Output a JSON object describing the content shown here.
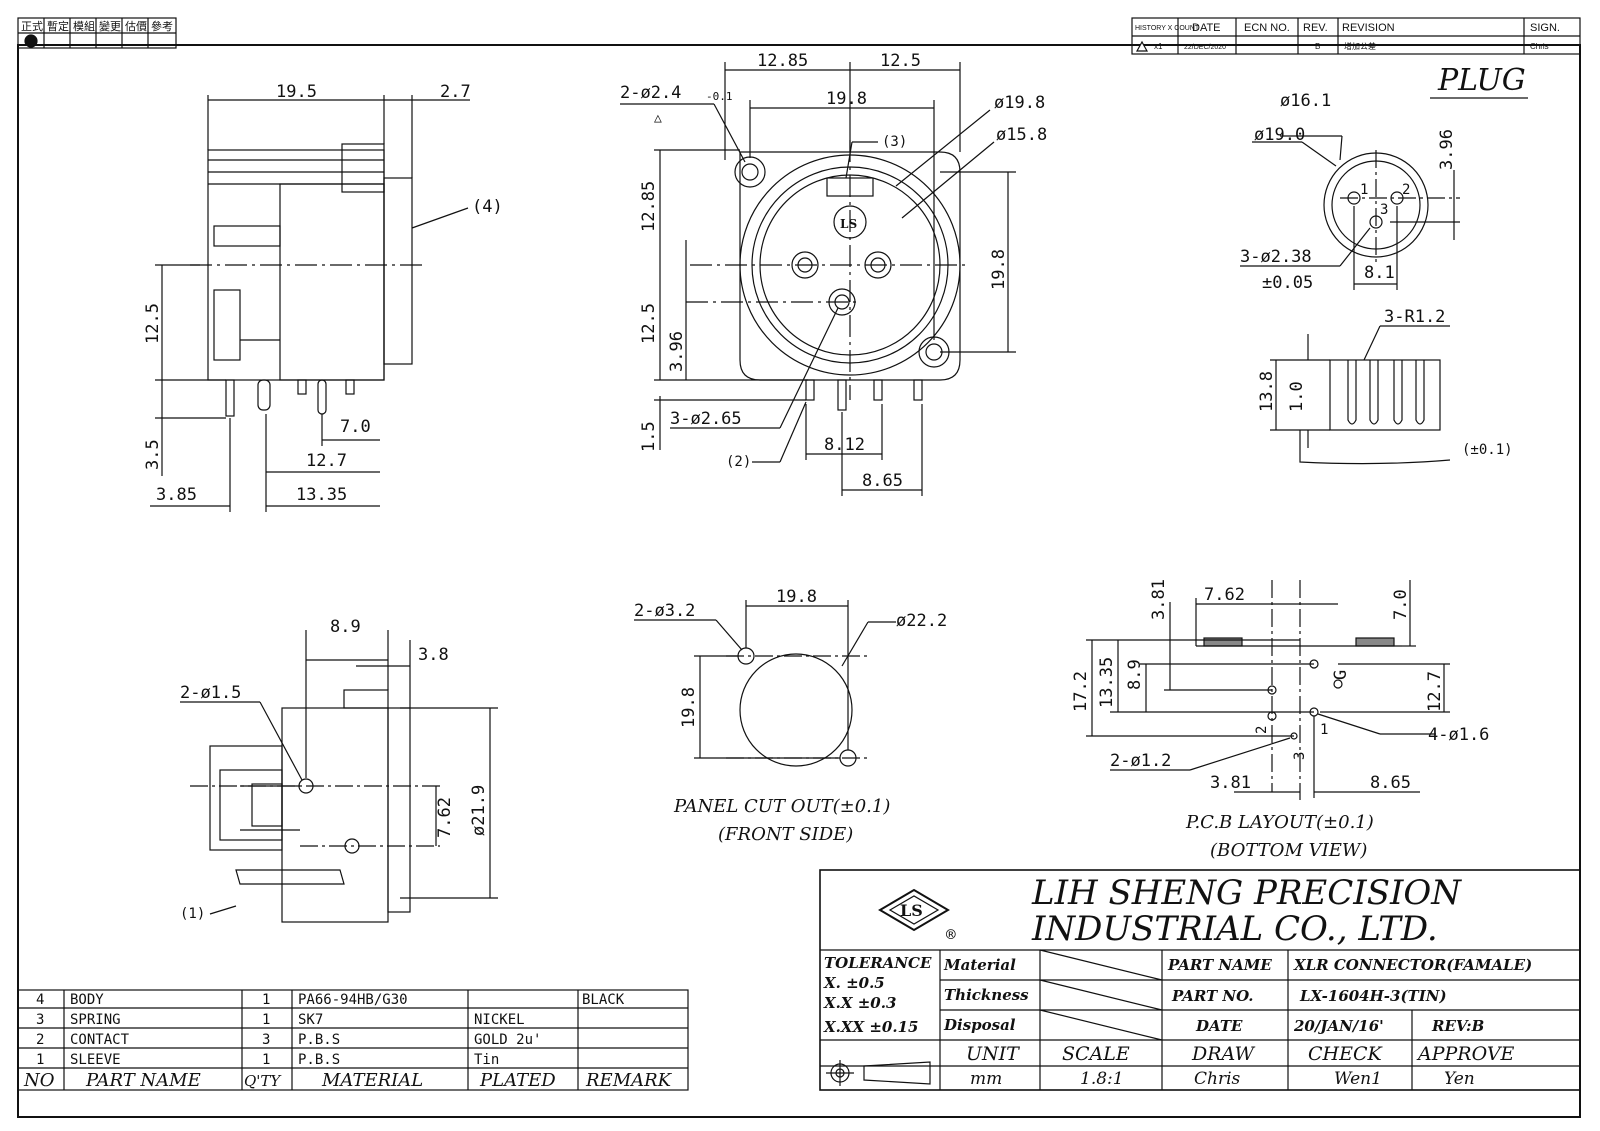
{
  "approval_stamp": {
    "cells": [
      "正式",
      "暫定",
      "模組",
      "變更",
      "估價",
      "參考"
    ]
  },
  "revision_table": {
    "headers": [
      "HISTORY X COUNT",
      "DATE",
      "ECN NO.",
      "REV.",
      "REVISION",
      "SIGN."
    ],
    "row": {
      "count": "x1",
      "date": "22/DEC/2020",
      "ecn": "",
      "rev": "B",
      "revision": "增加公差",
      "sign": "Chris"
    }
  },
  "plug_title": "PLUG",
  "side_view": {
    "d19_5": "19.5",
    "d2_7": "2.7",
    "d12_5": "12.5",
    "d3_5": "3.5",
    "d7_0": "7.0",
    "d12_7": "12.7",
    "d3_85": "3.85",
    "d13_35": "13.35",
    "callout4": "(4)"
  },
  "front_view": {
    "hole": "2-ø2.4",
    "hole_tol": "-0.1",
    "delta": "△",
    "d12_85t": "12.85",
    "d12_5t": "12.5",
    "d19_8t": "19.8",
    "phi19_8": "ø19.8",
    "phi15_8": "ø15.8",
    "callout3": "(3)",
    "d12_85l": "12.85",
    "d12_5l": "12.5",
    "d3_96": "3.96",
    "d1_5": "1.5",
    "d19_8r": "19.8",
    "pins": "3-ø2.65",
    "callout2": "(2)",
    "d8_12": "8.12",
    "d8_65": "8.65"
  },
  "plug_view": {
    "phi16_1": "ø16.1",
    "phi19_0": "ø19.0",
    "d3_96": "3.96",
    "pins": "3-ø2.38",
    "pins_tol": "±0.05",
    "d8_1": "8.1",
    "p1": "1",
    "p2": "2",
    "p3": "3"
  },
  "plug_side": {
    "radius": "3-R1.2",
    "d13_8": "13.8",
    "d1_0": "1.0",
    "tol": "(±0.1)"
  },
  "bottom_view": {
    "d8_9": "8.9",
    "d3_8": "3.8",
    "holes": "2-ø1.5",
    "d7_62": "7.62",
    "phi21_9": "ø21.9",
    "callout1": "(1)"
  },
  "panel_cutout": {
    "holes": "2-ø3.2",
    "d19_8t": "19.8",
    "phi22_2": "ø22.2",
    "d19_8l": "19.8",
    "caption1": "PANEL CUT OUT(±0.1)",
    "caption2": "(FRONT SIDE)"
  },
  "pcb_layout": {
    "d3_81t": "3.81",
    "d7_62": "7.62",
    "d7_0": "7.0",
    "d17_2": "17.2",
    "d13_35": "13.35",
    "d8_9": "8.9",
    "d12_7": "12.7",
    "g": "G",
    "p1": "1",
    "p2": "2",
    "p3": "3",
    "holes4": "4-ø1.6",
    "holes2": "2-ø1.2",
    "d3_81b": "3.81",
    "d8_65": "8.65",
    "caption1": "P.C.B LAYOUT(±0.1)",
    "caption2": "(BOTTOM VIEW)"
  },
  "bom": {
    "headers": [
      "NO",
      "PART NAME",
      "Q'TY",
      "MATERIAL",
      "PLATED",
      "REMARK"
    ],
    "rows": [
      {
        "no": "4",
        "name": "BODY",
        "qty": "1",
        "material": "PA66-94HB/G30",
        "plated": "",
        "remark": "BLACK"
      },
      {
        "no": "3",
        "name": "SPRING",
        "qty": "1",
        "material": "SK7",
        "plated": "NICKEL",
        "remark": ""
      },
      {
        "no": "2",
        "name": "CONTACT",
        "qty": "3",
        "material": "P.B.S",
        "plated": "GOLD 2u'",
        "remark": ""
      },
      {
        "no": "1",
        "name": "SLEEVE",
        "qty": "1",
        "material": "P.B.S",
        "plated": "Tin",
        "remark": ""
      }
    ]
  },
  "title_block": {
    "company1": "LIH SHENG PRECISION",
    "company2": "INDUSTRIAL CO., LTD.",
    "logo": "LS",
    "registered": "®",
    "tolerance": "TOLERANCE",
    "tol_x": "X.   ±0.5",
    "tol_xx": "X.X   ±0.3",
    "tol_xxx": "X.XX ±0.15",
    "material_label": "Material",
    "thickness_label": "Thickness",
    "disposal_label": "Disposal",
    "part_name_label": "PART NAME",
    "part_name": "XLR CONNECTOR(FAMALE)",
    "part_no_label": "PART NO.",
    "part_no": "LX-1604H-3(TIN)",
    "date_label": "DATE",
    "date": "20/JAN/16'",
    "rev": "REV:B",
    "unit_label": "UNIT",
    "unit": "mm",
    "scale_label": "SCALE",
    "scale": "1.8:1",
    "draw_label": "DRAW",
    "draw": "Chris",
    "check_label": "CHECK",
    "check": "Wen1",
    "approve_label": "APPROVE",
    "approve": "Yen"
  }
}
